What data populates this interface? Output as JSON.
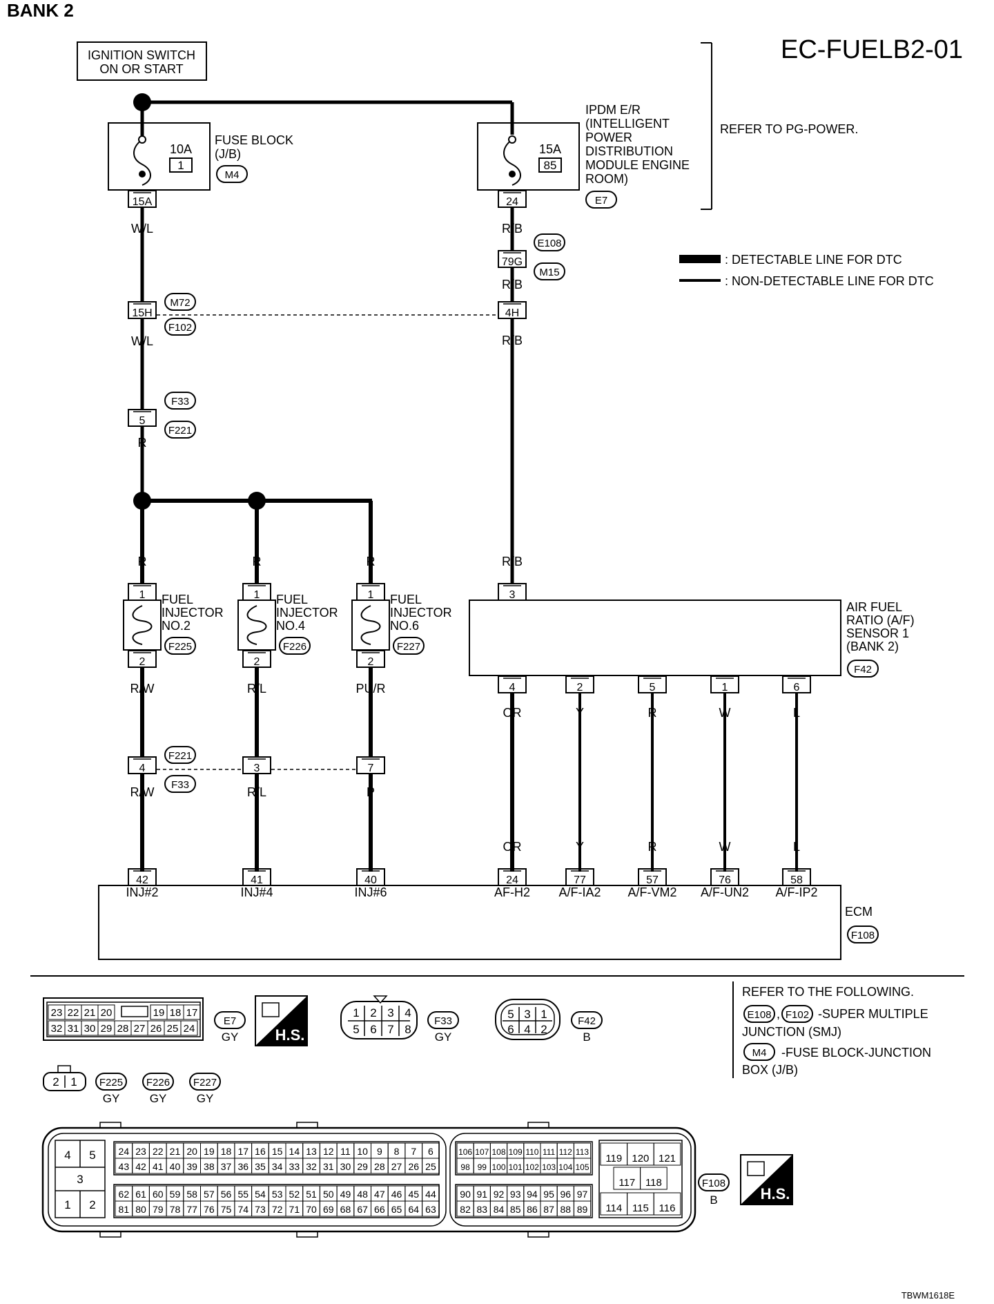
{
  "header": {
    "bank": "BANK 2",
    "code": "EC-FUELB2-01"
  },
  "ign": [
    "IGNITION SWITCH",
    "ON OR START"
  ],
  "fuse_block": {
    "amp": "10A",
    "num": "1",
    "label": [
      "FUSE BLOCK",
      "(J/B)"
    ],
    "conn": "M4",
    "term": "15A"
  },
  "ipdm": {
    "amp": "15A",
    "num": "85",
    "label": [
      "IPDM E/R",
      "(INTELLIGENT",
      "POWER",
      "DISTRIBUTION",
      "MODULE ENGINE",
      "ROOM)"
    ],
    "conn": "E7",
    "term": "24"
  },
  "refer_pg": "REFER TO PG-POWER.",
  "legend": {
    "thick": ": DETECTABLE LINE FOR DTC",
    "thin": ": NON-DETECTABLE LINE FOR DTC"
  },
  "wires": {
    "wl": "W/L",
    "rb": "R/B",
    "r": "R",
    "rw": "R/W",
    "rl": "R/L",
    "pur": "PU/R",
    "p": "P",
    "or": "OR",
    "y": "Y",
    "w": "W",
    "l": "L"
  },
  "joints": {
    "j79g": {
      "term": "79G",
      "a": "E108",
      "b": "M15"
    },
    "jm72": {
      "t1": "15H",
      "t2": "4H",
      "a": "M72",
      "b": "F102"
    },
    "jf33": {
      "term": "5",
      "a": "F33",
      "b": "F221"
    },
    "jf221": {
      "t1": "4",
      "t2": "3",
      "t3": "7",
      "a": "F221",
      "b": "F33"
    }
  },
  "injectors": [
    {
      "label": [
        "FUEL",
        "INJECTOR",
        "NO.2"
      ],
      "conn": "F225",
      "p1": "1",
      "p2": "2"
    },
    {
      "label": [
        "FUEL",
        "INJECTOR",
        "NO.4"
      ],
      "conn": "F226",
      "p1": "1",
      "p2": "2"
    },
    {
      "label": [
        "FUEL",
        "INJECTOR",
        "NO.6"
      ],
      "conn": "F227",
      "p1": "1",
      "p2": "2"
    }
  ],
  "af_sensor": {
    "label": [
      "AIR FUEL",
      "RATIO (A/F)",
      "SENSOR 1",
      "(BANK 2)"
    ],
    "conn": "F42",
    "top": "3",
    "pins": [
      "4",
      "2",
      "5",
      "1",
      "6"
    ]
  },
  "ecm": {
    "label": "ECM",
    "conn": "F108",
    "pins": [
      "42",
      "41",
      "40",
      "24",
      "77",
      "57",
      "76",
      "58"
    ],
    "names": [
      "INJ#2",
      "INJ#4",
      "INJ#6",
      "AF-H2",
      "A/F-IA2",
      "A/F-VM2",
      "A/F-UN2",
      "A/F-IP2"
    ]
  },
  "refer_box": [
    "REFER TO THE FOLLOWING.",
    "-SUPER MULTIPLE",
    "JUNCTION (SMJ)",
    "-FUSE BLOCK-JUNCTION",
    "BOX (J/B)"
  ],
  "refer_conns": [
    "E108",
    "F102",
    "M4"
  ],
  "face": {
    "e7_top": [
      "23",
      "22",
      "21",
      "20",
      "19",
      "18",
      "17"
    ],
    "e7_bot": [
      "32",
      "31",
      "30",
      "29",
      "28",
      "27",
      "26",
      "25",
      "24"
    ],
    "e7": "E7",
    "e7c": "GY",
    "hs": "H.S.",
    "f33_top": [
      "1",
      "2",
      "3",
      "4"
    ],
    "f33_bot": [
      "5",
      "6",
      "7",
      "8"
    ],
    "f33": "F33",
    "f33c": "GY",
    "f42_top": [
      "5",
      "3",
      "1"
    ],
    "f42_bot": [
      "6",
      "4",
      "2"
    ],
    "f42": "F42",
    "f42c": "B",
    "inj_pins": [
      "2",
      "1"
    ],
    "inj_conns": [
      "F225",
      "F226",
      "F227"
    ],
    "inj_color": "GY",
    "ecm_left": [
      "4",
      "5",
      "3",
      "1",
      "2"
    ],
    "ecm_a1": [
      "24",
      "23",
      "22",
      "21",
      "20",
      "19",
      "18",
      "17",
      "16",
      "15",
      "14",
      "13",
      "12",
      "11",
      "10",
      "9",
      "8",
      "7",
      "6"
    ],
    "ecm_a2": [
      "43",
      "42",
      "41",
      "40",
      "39",
      "38",
      "37",
      "36",
      "35",
      "34",
      "33",
      "32",
      "31",
      "30",
      "29",
      "28",
      "27",
      "26",
      "25"
    ],
    "ecm_a3": [
      "62",
      "61",
      "60",
      "59",
      "58",
      "57",
      "56",
      "55",
      "54",
      "53",
      "52",
      "51",
      "50",
      "49",
      "48",
      "47",
      "46",
      "45",
      "44"
    ],
    "ecm_a4": [
      "81",
      "80",
      "79",
      "78",
      "77",
      "76",
      "75",
      "74",
      "73",
      "72",
      "71",
      "70",
      "69",
      "68",
      "67",
      "66",
      "65",
      "64",
      "63"
    ],
    "ecm_b1": [
      "106",
      "107",
      "108",
      "109",
      "110",
      "111",
      "112",
      "113"
    ],
    "ecm_b2": [
      "98",
      "99",
      "100",
      "101",
      "102",
      "103",
      "104",
      "105"
    ],
    "ecm_b3": [
      "90",
      "91",
      "92",
      "93",
      "94",
      "95",
      "96",
      "97"
    ],
    "ecm_b4": [
      "82",
      "83",
      "84",
      "85",
      "86",
      "87",
      "88",
      "89"
    ],
    "ecm_c1": [
      "119",
      "120",
      "121"
    ],
    "ecm_c2": [
      "117",
      "118"
    ],
    "ecm_c3": [
      "114",
      "115",
      "116"
    ],
    "f108": "F108",
    "f108c": "B"
  },
  "footer_code": "TBWM1618E"
}
